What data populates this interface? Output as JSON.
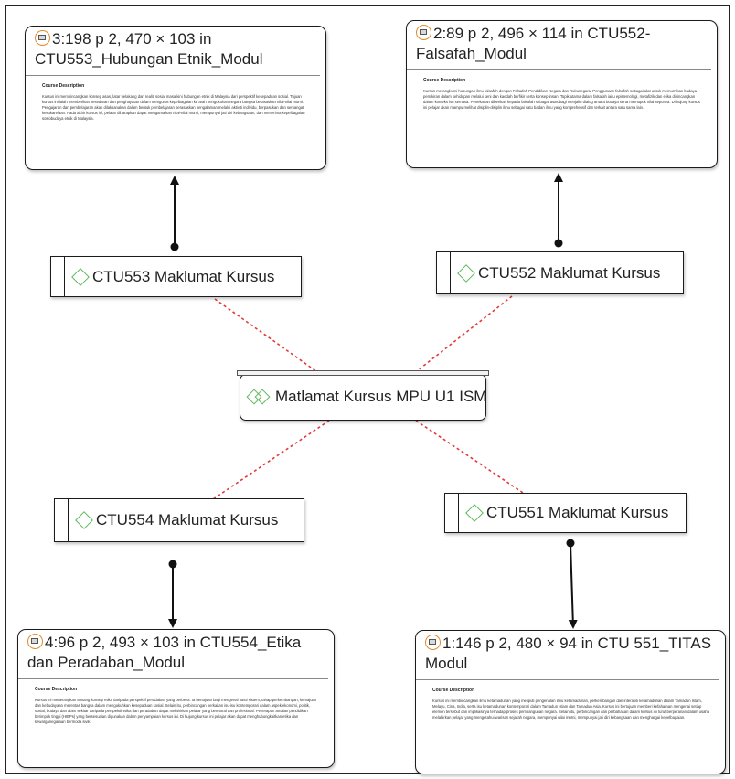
{
  "network": {
    "label": "Matlamat Kursus MPU U1 ISM",
    "icon": "network-diamonds-icon"
  },
  "codes": [
    {
      "id": "ctu553",
      "label": "CTU553 Maklumat Kursus"
    },
    {
      "id": "ctu552",
      "label": "CTU552 Maklumat Kursus"
    },
    {
      "id": "ctu554",
      "label": "CTU554 Maklumat Kursus"
    },
    {
      "id": "ctu551",
      "label": "CTU551 Maklumat Kursus"
    }
  ],
  "quotes": [
    {
      "id": "q3",
      "header": "3:198 p 2, 470 × 103 in CTU553_Hubungan Etnik_Modul",
      "section_title": "Course Description",
      "text": "Kursus ini membincangkan konsep asas, latar belakang dan realiti sosial masa kini hubungan etnik di Malaysia dari perspektif kesepaduan sosial. Tujuan kursus ini ialah memberikan kesedaran dan penghayatan dalam mengurus kepelbagaian ke arah pengukuhan negara bangsa berasaskan nilai-nilai murni. Pengajaran dan pembelajaran akan dilaksanakan dalam bentuk pembelajaran berasaskan pengalaman melalui aktiviti individu, berpasukan dan semangat kesukarelaan. Pada akhir kursus ini, pelajar diharapkan dapat mengamalkan nilai-nilai murni, mempunyai jati diri kebangsaan, dan menerima kepelbagaian sosiobudaya etnik di Malaysia."
    },
    {
      "id": "q2",
      "header": "2:89 p 2, 496 × 114 in CTU552-Falsafah_Modul",
      "section_title": "Course Description",
      "text": "Kursus merangkumi hubungan ilmu falsafah dengan Falsafah Pendidikan Negara dan Rukunegara. Penggunaan falsafah sebagai alat untuk memurnikan budaya pemikiran dalam kehidupan melalui seni dan kaedah berfikir serta konsep insan. Topik utama dalam falsafah iaitu epistemologi, metafizik dan etika dibincangkan dalam konteks isu semasa. Penekanan diberikan kepada falsafah sebagai asas bagi menjalin dialog antara budaya serta memupuk nilai sepunya. Di hujung kursus ini pelajar akan mampu melihat disiplin-disiplin ilmu sebagai satu badan ilmu yang komprehensif dan terkait antara satu sama lain."
    },
    {
      "id": "q4",
      "header": "4:96 p 2, 493 × 103 in CTU554_Etika dan Peradaban_Modul",
      "section_title": "Course Description",
      "text": "Kursus ini menerangkan tentang konsep etika daripada perspektif peradaban yang berbeza. Ia bertujuan bagi mengenal pasti sistem, tahap perkembangan, kemajuan dan kebudayaan merentas bangsa dalam mengukuhkan kesepaduan sosial. Selain itu, perbincangan berkaitan isu-isu kontemporari dalam aspek ekonomi, politik, sosial, budaya dan alam sekitar daripada perspektif etika dan peradaban dapat melahirkan pelajar yang bermoral dan profesional. Penerapan amalan pendidikan berimpak tinggi (HIEPs) yang bersesuaian digunakan dalam penyampaian kursus ini. Di hujung kursus ini pelajar akan dapat menghubungkaitkan etika dan kewarganegaraan bermoda sivik."
    },
    {
      "id": "q1",
      "header": "1:146 p 2, 480 × 94 in CTU 551_TITAS Modul",
      "section_title": "Course Description",
      "text": "Kursus ini membincangkan ilmu ketamadunan yang meliputi pengenalan ilmu ketamadunan, perkembangan dan interaksi ketamadunan dalam Tamadun Islam, Melayu, Cina, India, serta isu ketamadunan kontemporari dalam Tamadun Islam dan Tamadun Asia. Kursus ini bertujuan memberi kefahaman mengenai setiap elemen tersebut dan implikasinya terhadap proses pembangunan negara. Selain itu, perbincangan dan perbahasan dalam kursus ini turut berperanan dalam usaha melahirkan pelajar yang mengetahui warisan sejarah negara, mempunyai nilai murni, mempunyai jati diri kebangsaan dan menghargai kepelbagaian."
    }
  ],
  "colors": {
    "link_dotted": "#e23a3a",
    "link_solid": "#111111",
    "code_icon": "#5cb85c",
    "quote_icon": "#e38b2c"
  }
}
